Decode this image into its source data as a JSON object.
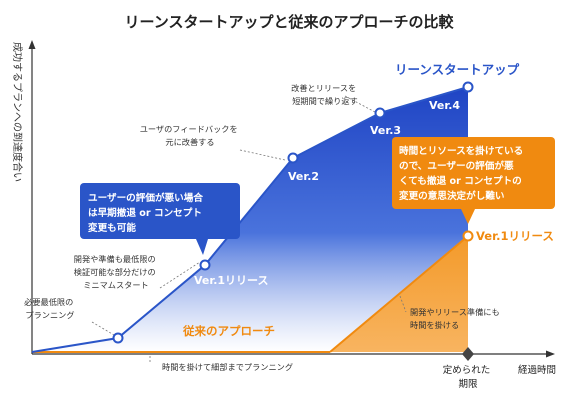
{
  "title": "リーンスタートアップと従来のアプローチの比較",
  "y_axis_label": "成功するプランへの到達度合い",
  "x_axis_label": "経過時間",
  "deadline_label_lines": [
    "定められた",
    "期限"
  ],
  "lean": {
    "name": "リーンスタートアップ",
    "milestones": [
      "Ver.1リリース",
      "Ver.2",
      "Ver.3",
      "Ver.4"
    ],
    "annotations": {
      "start": [
        "必要最低限の",
        "プランニング"
      ],
      "ver1": [
        "開発や準備も最低限の",
        "検証可能な部分だけの",
        "ミニマムスタート"
      ],
      "ver2": [
        "ユーザのフィードバックを",
        "元に改善する"
      ],
      "ver4": [
        "改善とリリースを",
        "短期間で繰り返す"
      ]
    },
    "callout": [
      "ユーザーの評価が悪い場合",
      "は早期撤退 or コンセプト",
      "変更も可能"
    ],
    "color": "#2a55c8"
  },
  "traditional": {
    "name": "従来のアプローチ",
    "release_label": "Ver.1リリース",
    "annotations": {
      "planning": [
        "時間を掛けて細部までプランニング"
      ],
      "dev": [
        "開発やリリース準備にも",
        "時間を掛ける"
      ]
    },
    "callout": [
      "時間とリソースを掛けている",
      "ので、ユーザーの評価が悪",
      "くても撤退 or コンセプトの",
      "変更の意思決定がし難い"
    ],
    "color": "#f08a10"
  }
}
